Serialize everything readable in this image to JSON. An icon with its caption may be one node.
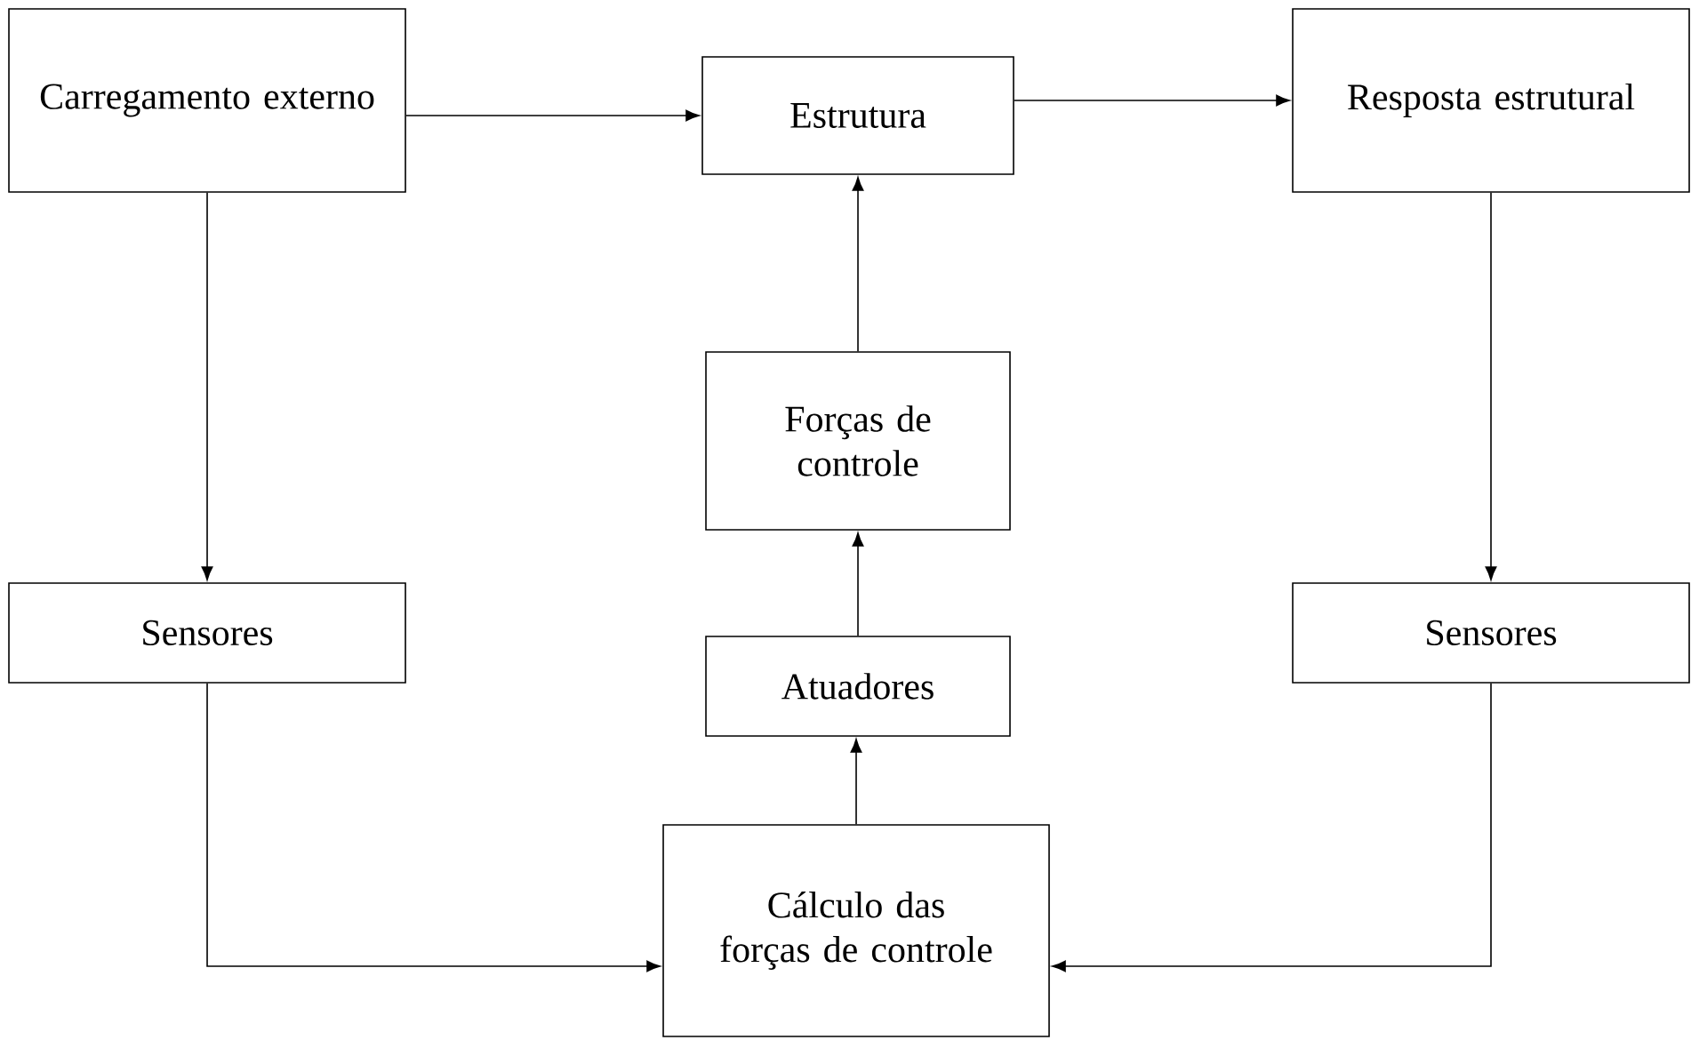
{
  "diagram": {
    "nodes": [
      {
        "text": [
          "Carregamento externo"
        ]
      },
      {
        "text": [
          "Estrutura"
        ]
      },
      {
        "text": [
          "Resposta estrutural"
        ]
      },
      {
        "text": [
          "Forças de controle"
        ]
      },
      {
        "text": [
          "Sensores"
        ]
      },
      {
        "text": [
          "Sensores"
        ]
      },
      {
        "text": [
          "Atuadores"
        ]
      },
      {
        "text": [
          "Cálculo das forças de controle"
        ]
      }
    ],
    "edges": [
      {
        "from": 0,
        "to": 1,
        "arrow": "to"
      },
      {
        "from": 1,
        "to": 2,
        "arrow": "to"
      },
      {
        "from": 0,
        "to": 4,
        "arrow": "to"
      },
      {
        "from": 2,
        "to": 5,
        "arrow": "to"
      },
      {
        "from": 3,
        "to": 1,
        "arrow": "to"
      },
      {
        "from": 6,
        "to": 3,
        "arrow": "to"
      },
      {
        "from": 7,
        "to": 6,
        "arrow": "to"
      },
      {
        "from": 4,
        "to": 7,
        "arrow": "to"
      },
      {
        "from": 5,
        "to": 7,
        "arrow": "to"
      }
    ]
  }
}
